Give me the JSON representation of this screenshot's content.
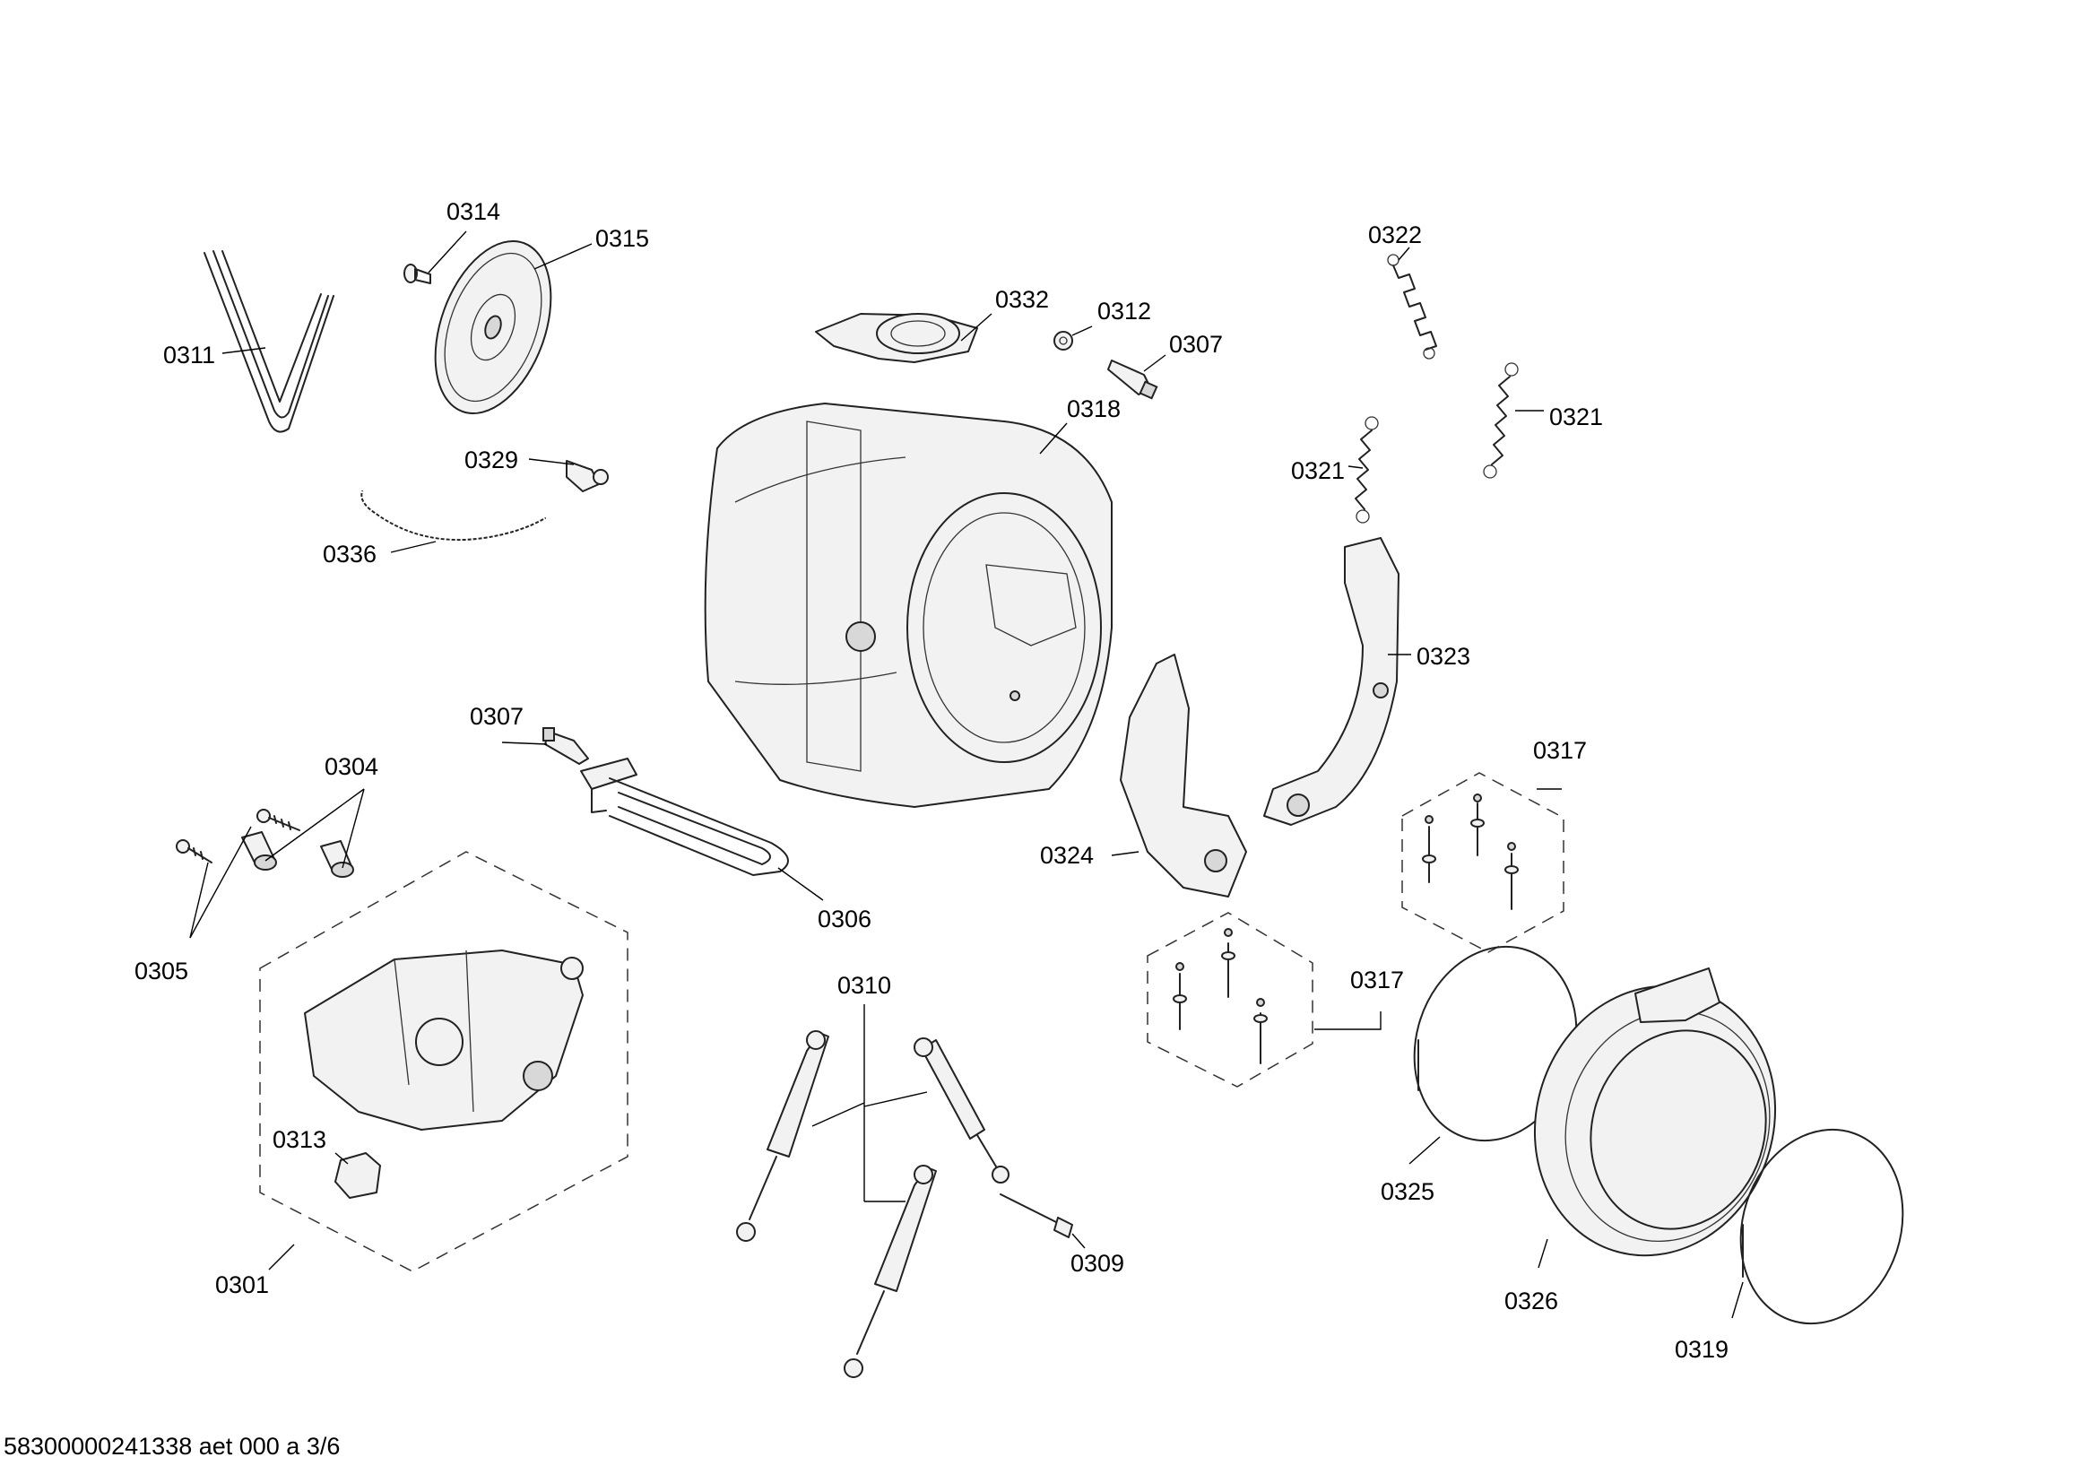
{
  "labels": {
    "l0311": "0311",
    "l0314": "0314",
    "l0315": "0315",
    "l0329": "0329",
    "l0336": "0336",
    "l0332": "0332",
    "l0312": "0312",
    "l0307a": "0307",
    "l0318": "0318",
    "l0322": "0322",
    "l0321a": "0321",
    "l0321b": "0321",
    "l0323": "0323",
    "l0307b": "0307",
    "l0304": "0304",
    "l0305": "0305",
    "l0306": "0306",
    "l0324": "0324",
    "l0317a": "0317",
    "l0317b": "0317",
    "l0310": "0310",
    "l0313": "0313",
    "l0301": "0301",
    "l0309": "0309",
    "l0325": "0325",
    "l0326": "0326",
    "l0319": "0319"
  },
  "footer": "58300000241338 aet 000 a 3/6"
}
